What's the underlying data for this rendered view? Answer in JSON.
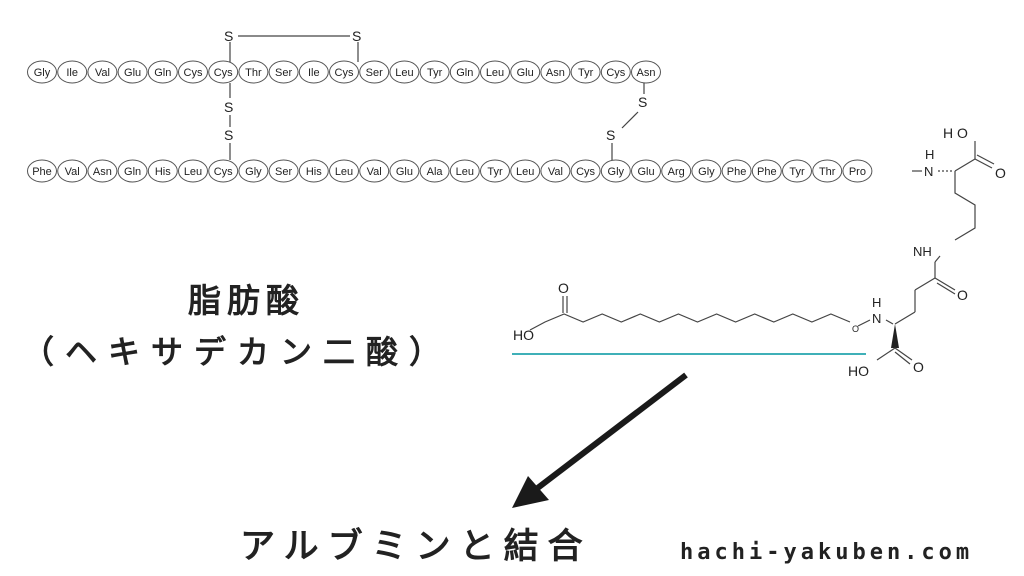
{
  "chain_a": [
    "Gly",
    "Ile",
    "Val",
    "Glu",
    "Gln",
    "Cys",
    "Cys",
    "Thr",
    "Ser",
    "Ile",
    "Cys",
    "Ser",
    "Leu",
    "Tyr",
    "Gln",
    "Leu",
    "Glu",
    "Asn",
    "Tyr",
    "Cys",
    "Asn"
  ],
  "chain_b": [
    "Phe",
    "Val",
    "Asn",
    "Gln",
    "His",
    "Leu",
    "Cys",
    "Gly",
    "Ser",
    "His",
    "Leu",
    "Val",
    "Glu",
    "Ala",
    "Leu",
    "Tyr",
    "Leu",
    "Val",
    "Cys",
    "Gly",
    "Glu",
    "Arg",
    "Gly",
    "Phe",
    "Phe",
    "Tyr",
    "Thr",
    "Pro"
  ],
  "atoms": {
    "sulfur": "S",
    "nitrogen": "N",
    "amine": "NH",
    "oxygen": "O",
    "carboxyl": "HO",
    "acid_left": "HO",
    "hydroxyl": "OH",
    "dash": "–"
  },
  "labels": {
    "fatty_acid": "脂肪酸",
    "fatty_acid_name": "（ヘキサデカン二酸）",
    "albumin": "アルブミンと結合",
    "website": "hachi-yakuben.com"
  },
  "colors": {
    "underline": "#3fb0b8",
    "arrow": "#1a1a1a",
    "text": "#222222"
  }
}
